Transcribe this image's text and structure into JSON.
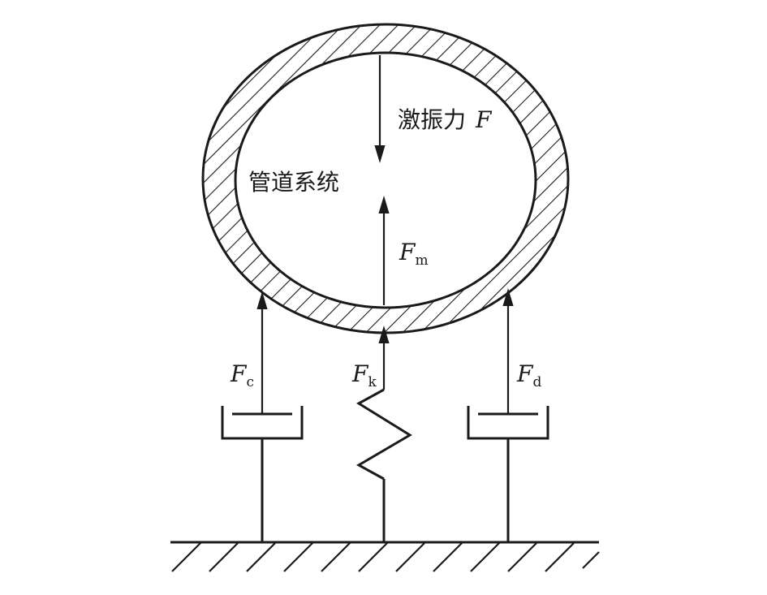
{
  "labels": {
    "excitation_text": "激振力",
    "excitation_symbol": "F",
    "system_text": "管道系统",
    "fm_symbol": "F",
    "fm_sub": "m",
    "fc_symbol": "F",
    "fc_sub": "c",
    "fk_symbol": "F",
    "fk_sub": "k",
    "fd_symbol": "F",
    "fd_sub": "d"
  },
  "colors": {
    "line": "#1a1a1a",
    "background": "#ffffff"
  }
}
